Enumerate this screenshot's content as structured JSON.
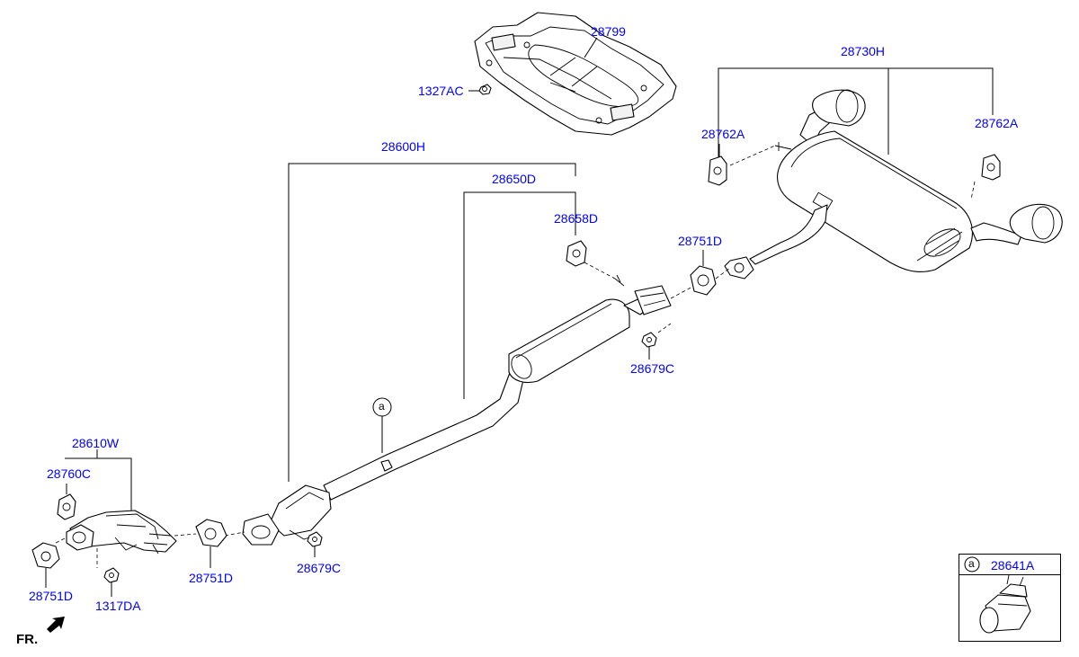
{
  "colors": {
    "label": "#0000ff",
    "line": "#000000"
  },
  "labels": {
    "p28799": "28799",
    "p1327AC": "1327AC",
    "p28730H": "28730H",
    "p28762A_left": "28762A",
    "p28762A_right": "28762A",
    "p28600H": "28600H",
    "p28650D": "28650D",
    "p28658D": "28658D",
    "p28751D_top": "28751D",
    "p28679C_top": "28679C",
    "p28610W": "28610W",
    "p28760C": "28760C",
    "p28751D_left": "28751D",
    "p1317DA": "1317DA",
    "p28751D_mid": "28751D",
    "p28679C_bottom": "28679C",
    "callout_a": "a",
    "legend_a": "a",
    "p28641A": "28641A",
    "front": "FR."
  }
}
